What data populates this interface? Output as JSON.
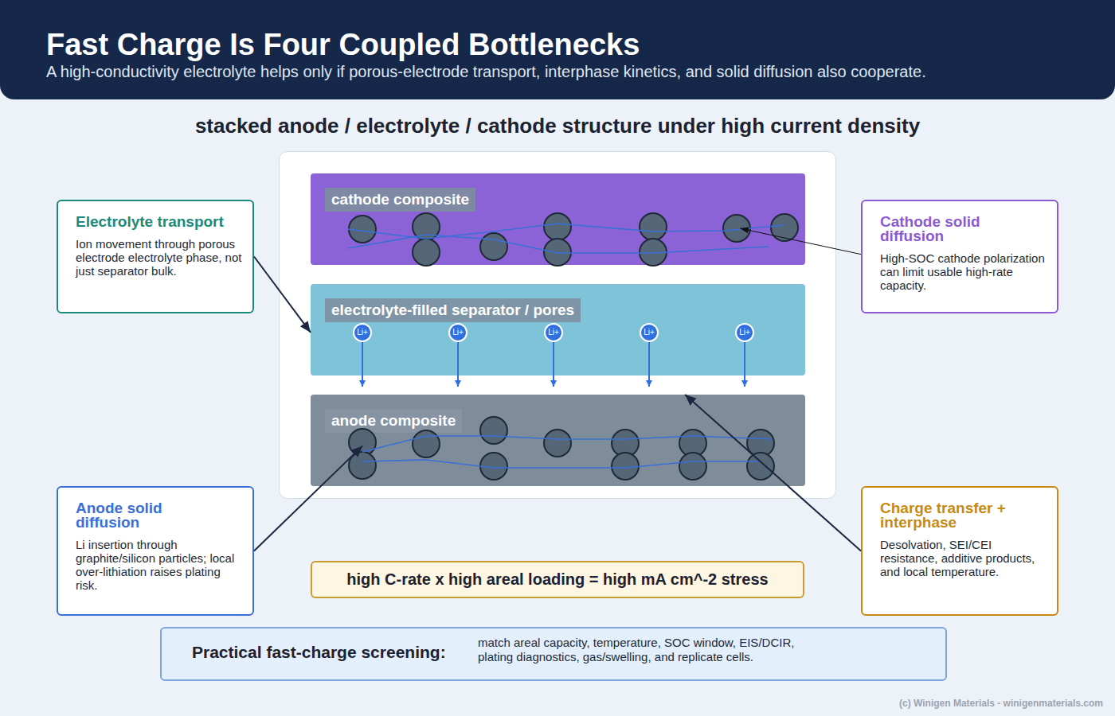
{
  "diagram": {
    "title": "Fast Charge Is Four Coupled Bottlenecks",
    "nodes": [
      {
        "text": [
          "cathode composite"
        ]
      },
      {
        "text": [
          "Electrolyte transport",
          "Ion movement through porous electrode electrolyte phase, not just separator bulk."
        ]
      },
      {
        "text": [
          "Cathode solid diffusion",
          "High-SOC cathode polarization can limit usable high-rate capacity."
        ]
      },
      {
        "text": [
          "electrolyte-filled separator / pores"
        ]
      },
      {
        "text": [
          "anode composite"
        ]
      },
      {
        "text": [
          "Anode solid diffusion",
          "Li insertion through graphite/silicon particles; local over-lithiation raises plating risk."
        ]
      },
      {
        "text": [
          "Charge transfer + interphase",
          "Desolvation, SEI/CEI resistance, additive products, and local temperature."
        ]
      },
      {
        "text": [
          "high C-rate x high areal loading = high mA cm^-2 stress"
        ]
      },
      {
        "text": [
          "Practical fast-charge screening:",
          "match areal capacity, temperature, SOC window, EIS/DCIR, plating diagnostics, gas/swelling, and replicate cells."
        ]
      }
    ],
    "edges": [
      {
        "from": 1,
        "to": 3,
        "arrow": "to"
      },
      {
        "from": 2,
        "to": 0,
        "arrow": "to"
      },
      {
        "from": 5,
        "to": 4,
        "arrow": "to"
      },
      {
        "from": 6,
        "to": 4,
        "arrow": "to"
      }
    ],
    "labels": [
      "A high-conductivity electrolyte helps only if porous-electrode transport, interphase kinetics, and solid diffusion also cooperate.",
      "stacked anode / electrolyte / cathode structure under high current density",
      "Li+",
      "Li+",
      "Li+",
      "Li+",
      "Li+",
      "(c) Winigen Materials - winigenmaterials.com"
    ]
  }
}
